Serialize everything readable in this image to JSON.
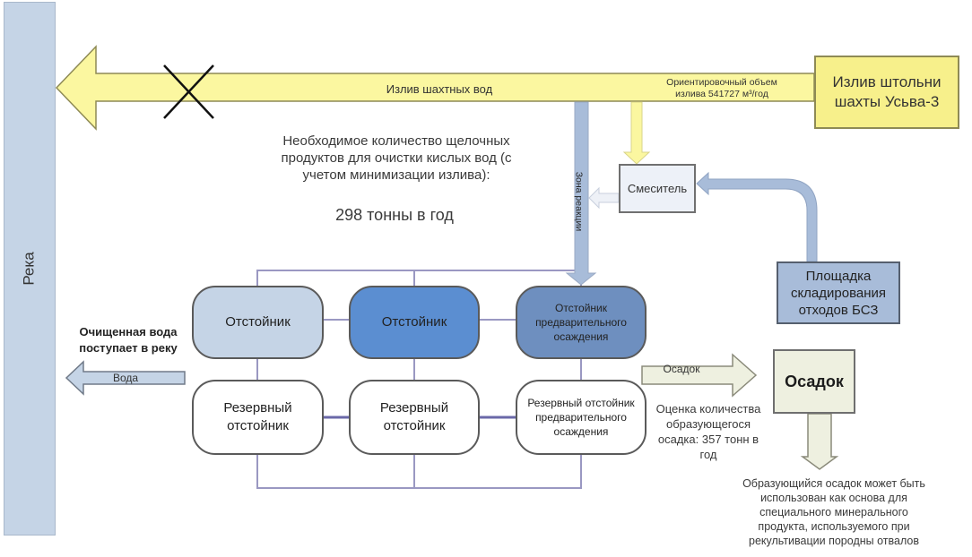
{
  "river": {
    "label": "Река"
  },
  "source": {
    "label": "Излив штольни шахты Усьва-3"
  },
  "mine_water_arrow": {
    "label": "Излив шахтных вод",
    "volume_line1": "Ориентировочный объем",
    "volume_line2": "излива 541727 м³/год",
    "blocked": true
  },
  "reaction_zone": {
    "label": "Зона реакции"
  },
  "mixer": {
    "label": "Смеситель"
  },
  "storage": {
    "label": "Площадка складирования отходов БСЗ"
  },
  "alkali_note": {
    "text": "Необходимое количество щелочных продуктов для очистки кислых вод (с учетом минимизации излива):",
    "amount": "298 тонны в год"
  },
  "tanks": {
    "primary": [
      {
        "label": "Отстойник"
      },
      {
        "label": "Отстойник"
      },
      {
        "label": "Отстойник предварительного осаждения"
      }
    ],
    "reserve": [
      {
        "label": "Резервный отстойник"
      },
      {
        "label": "Резервный отстойник"
      },
      {
        "label": "Резервный отстойник предварительного осаждения"
      }
    ]
  },
  "clean_water": {
    "note": "Очищенная вода поступает в реку",
    "arrow_label": "Вода"
  },
  "sediment": {
    "arrow_label": "Осадок",
    "box_label": "Осадок",
    "estimate": "Оценка количества образующегося осадка: 357 тонн в год",
    "usage": "Образующийся осадок может быть использован как основа для специального минерального продукта, используемого при рекультивации породны отвалов"
  },
  "colors": {
    "yellow_flow": "#fbf7a0",
    "blue_flow": "#a8bcd9",
    "river": "#c5d4e6",
    "tank_light": "#c5d4e6",
    "tank_mid": "#5b8ed1",
    "tank_dark": "#6e8fbf",
    "connector": "#9a9ac0"
  }
}
